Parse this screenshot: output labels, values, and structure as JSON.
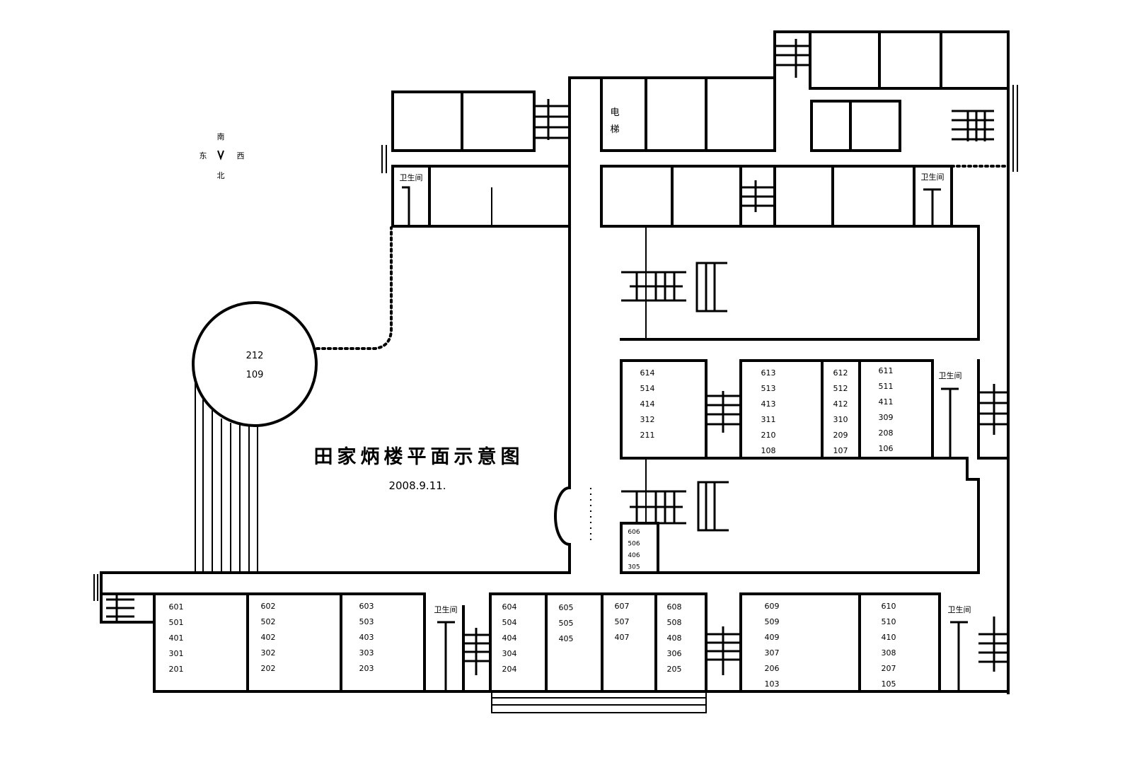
{
  "title": "田家炳楼平面示意图",
  "date": "2008.9.11.",
  "compass": {
    "south": "南",
    "east": "东",
    "west": "西",
    "north": "北"
  },
  "elevator": {
    "line1": "电",
    "line2": "梯"
  },
  "restroom_label": "卫生间",
  "tower": {
    "rooms": [
      "212",
      "109"
    ]
  },
  "rooms": {
    "mid_row": [
      [
        "614",
        "514",
        "414",
        "312",
        "211"
      ],
      [
        "613",
        "513",
        "413",
        "311",
        "210",
        "108"
      ],
      [
        "612",
        "512",
        "412",
        "310",
        "209",
        "107"
      ],
      [
        "611",
        "511",
        "411",
        "309",
        "208",
        "106"
      ]
    ],
    "small_box": [
      "606",
      "506",
      "406",
      "305"
    ],
    "bottom_row": [
      [
        "601",
        "501",
        "401",
        "301",
        "201"
      ],
      [
        "602",
        "502",
        "402",
        "302",
        "202"
      ],
      [
        "603",
        "503",
        "403",
        "303",
        "203"
      ],
      [
        "604",
        "504",
        "404",
        "304",
        "204"
      ],
      [
        "605",
        "505",
        "405"
      ],
      [
        "607",
        "507",
        "407"
      ],
      [
        "608",
        "508",
        "408",
        "306",
        "205"
      ],
      [
        "609",
        "509",
        "409",
        "307",
        "206",
        "103"
      ],
      [
        "610",
        "510",
        "410",
        "308",
        "207",
        "105"
      ]
    ]
  }
}
